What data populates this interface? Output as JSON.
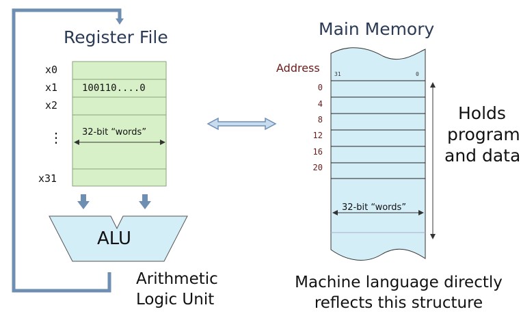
{
  "register_file": {
    "title": "Register File",
    "rows": [
      {
        "name": "x0",
        "value": ""
      },
      {
        "name": "x1",
        "value": "100110....0"
      },
      {
        "name": "x2",
        "value": ""
      }
    ],
    "ellipsis": "⋮",
    "last_row": {
      "name": "x31",
      "value": ""
    },
    "words_label": "32-bit “words”"
  },
  "alu": {
    "label": "ALU",
    "caption_line1": "Arithmetic",
    "caption_line2": "Logic Unit"
  },
  "main_memory": {
    "title": "Main Memory",
    "address_header": "Address",
    "bit_high": "31",
    "bit_low": "0",
    "addresses": [
      "0",
      "4",
      "8",
      "12",
      "16",
      "20"
    ],
    "words_label": "32-bit “words”",
    "holds_line1": "Holds",
    "holds_line2": "programs",
    "holds_line3": "and data"
  },
  "caption": {
    "line1": "Machine language directly",
    "line2": "reflects this structure"
  },
  "colors": {
    "register_fill": "#d8f0c8",
    "memory_fill": "#d4eef8",
    "alu_fill": "#d4eef8",
    "arrow_blue": "#6f8fb2",
    "frame_blue": "#6f8fb2"
  }
}
